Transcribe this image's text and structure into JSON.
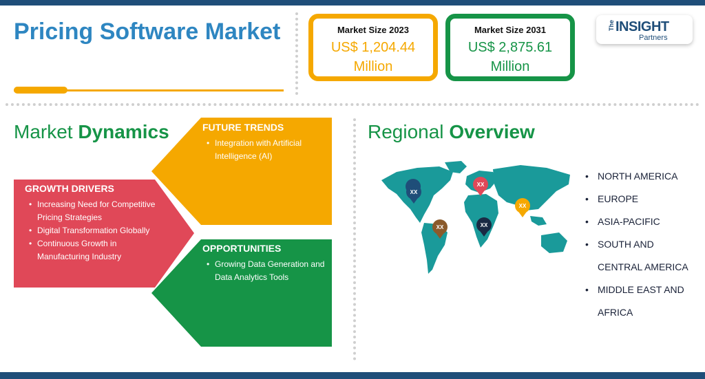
{
  "header": {
    "title": "Pricing Software Market"
  },
  "market_size": [
    {
      "label": "Market Size 2023",
      "value_line1": "US$ 1,204.44",
      "value_line2": "Million"
    },
    {
      "label": "Market Size 2031",
      "value_line1": "US$ 2,875.61",
      "value_line2": "Million"
    }
  ],
  "logo": {
    "the": "The",
    "insight": "INSIGHT",
    "partners": "Partners"
  },
  "market_dynamics": {
    "heading_plain": "Market ",
    "heading_bold": "Dynamics",
    "future_trends": {
      "title": "FUTURE TRENDS",
      "items": [
        "Integration with Artificial Intelligence (AI)"
      ]
    },
    "growth_drivers": {
      "title": "GROWTH DRIVERS",
      "items": [
        "Increasing Need for Competitive Pricing Strategies",
        "Digital Transformation Globally",
        "Continuous Growth in Manufacturing Industry"
      ]
    },
    "opportunities": {
      "title": "OPPORTUNITIES",
      "items": [
        "Growing Data Generation and Data Analytics Tools"
      ]
    }
  },
  "regional_overview": {
    "heading_plain": "Regional ",
    "heading_bold": "Overview",
    "map_pins": [
      {
        "label": "XX",
        "color": "#1f4e79"
      },
      {
        "label": "XX",
        "color": "#e04858"
      },
      {
        "label": "XX",
        "color": "#f5a800"
      },
      {
        "label": "XX",
        "color": "#8b5a2b"
      },
      {
        "label": "XX",
        "color": "#1a2a44"
      }
    ],
    "regions": [
      "NORTH AMERICA",
      "EUROPE",
      "ASIA-PACIFIC",
      "SOUTH AND CENTRAL AMERICA",
      "MIDDLE EAST AND AFRICA"
    ]
  },
  "colors": {
    "brand_blue": "#2e86c1",
    "navy": "#1f4e79",
    "orange": "#f5a800",
    "green": "#169447",
    "red": "#e04858",
    "map_teal": "#1a9a9a"
  }
}
